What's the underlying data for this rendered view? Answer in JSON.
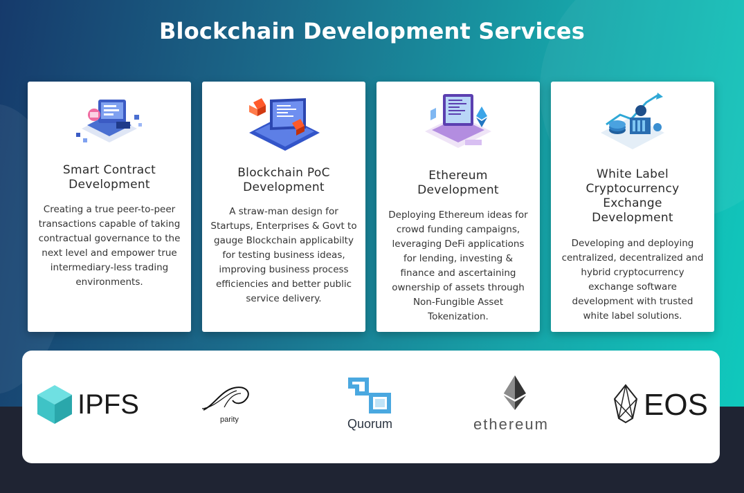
{
  "page": {
    "title": "Blockchain Development Services"
  },
  "cards": [
    {
      "title_lines": [
        "Smart Contract",
        "Development"
      ],
      "description": "Creating a true peer-to-peer transactions capable of taking contractual governance to the next level and empower true intermediary-less trading environments.",
      "icon": "smart-contract-illustration"
    },
    {
      "title_lines": [
        "Blockchain PoC",
        "Development"
      ],
      "description": "A straw-man design for Startups, Enterprises & Govt to gauge Blockchain applicabilty for testing business ideas, improving business process efficiencies and better public service delivery.",
      "icon": "laptop-blocks-illustration"
    },
    {
      "title_lines": [
        "Ethereum",
        "Development"
      ],
      "description": "Deploying Ethereum ideas for crowd funding campaigns, leveraging DeFi applications for lending, investing & finance and ascertaining ownership of assets through Non-Fungible Asset Tokenization.",
      "icon": "ethereum-laptop-illustration"
    },
    {
      "title_lines": [
        "White Label",
        "Cryptocurrency",
        "Exchange",
        "Development"
      ],
      "description": "Developing and deploying centralized, decentralized and hybrid cryptocurrency exchange software development with trusted white label solutions.",
      "icon": "crypto-exchange-illustration"
    }
  ],
  "logos": {
    "ipfs": "IPFS",
    "parity": "parity",
    "quorum": "Quorum",
    "ethereum": "ethereum",
    "eos": "EOS"
  },
  "colors": {
    "hero_start": "#163a6b",
    "hero_end": "#10c9bd",
    "ipfs_teal": "#3fc3c6",
    "quorum_blue": "#4aa8e0",
    "dark": "#1f2433"
  }
}
